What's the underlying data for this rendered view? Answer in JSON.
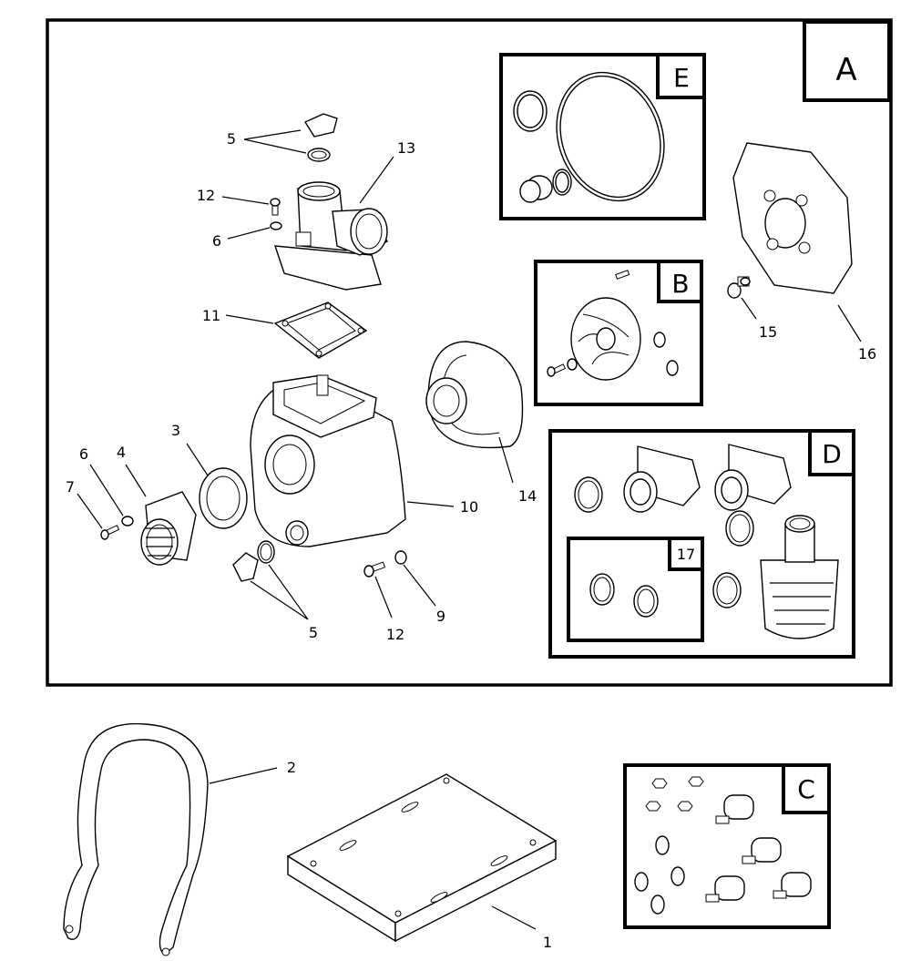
{
  "section_labels": {
    "a": "A",
    "b": "B",
    "c": "C",
    "d": "D",
    "e": "E",
    "kit17": "17"
  },
  "callouts": {
    "p1": "1",
    "p2": "2",
    "p3": "3",
    "p4": "4",
    "p5_top": "5",
    "p5_bottom": "5",
    "p6_top": "6",
    "p6_left": "6",
    "p7": "7",
    "p9": "9",
    "p10": "10",
    "p11": "11",
    "p12_top": "12",
    "p12_bottom": "12",
    "p13": "13",
    "p14": "14",
    "p15": "15",
    "p16": "16"
  }
}
